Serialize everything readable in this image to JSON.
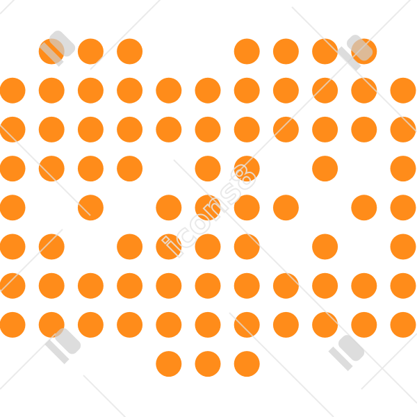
{
  "icon": {
    "semantic_name": "space-invader-dot-matrix-icon",
    "dot_color": "#FF8C1A",
    "background_color": "#FFFFFF",
    "grid_columns": 11,
    "grid_rows": 9,
    "pattern": [
      "01110011110",
      "11111111111",
      "11111111111",
      "11110110101",
      "10101111011",
      "11011110101",
      "11111111111",
      "11111111111",
      "00001110000"
    ]
  },
  "watermark": {
    "text": "icons8",
    "color": "#D0D0D0"
  }
}
